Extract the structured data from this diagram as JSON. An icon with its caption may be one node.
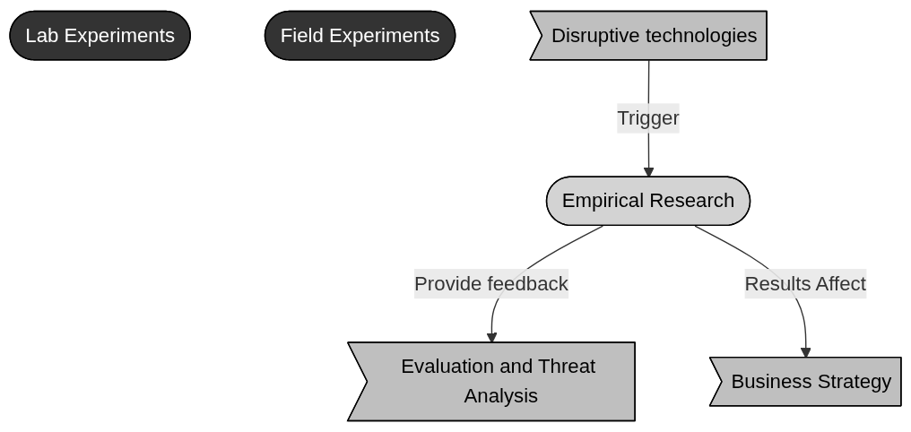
{
  "diagram": {
    "nodes": [
      {
        "text": [
          "Empirical Research"
        ]
      },
      {
        "text": [
          "Lab Experiments"
        ]
      },
      {
        "text": [
          "Field Experiments"
        ]
      },
      {
        "text": [
          "Disruptive technologies"
        ]
      },
      {
        "text": [
          "Evaluation and Threat Analysis"
        ]
      },
      {
        "text": [
          "Business Strategy"
        ]
      }
    ],
    "edges": [
      {
        "from": 3,
        "to": 0,
        "arrow": "to",
        "label": "Trigger"
      },
      {
        "from": 0,
        "to": 4,
        "arrow": "to",
        "label": "Provide feedback"
      },
      {
        "from": 0,
        "to": 5,
        "arrow": "to",
        "label": "Results Affect"
      }
    ]
  }
}
